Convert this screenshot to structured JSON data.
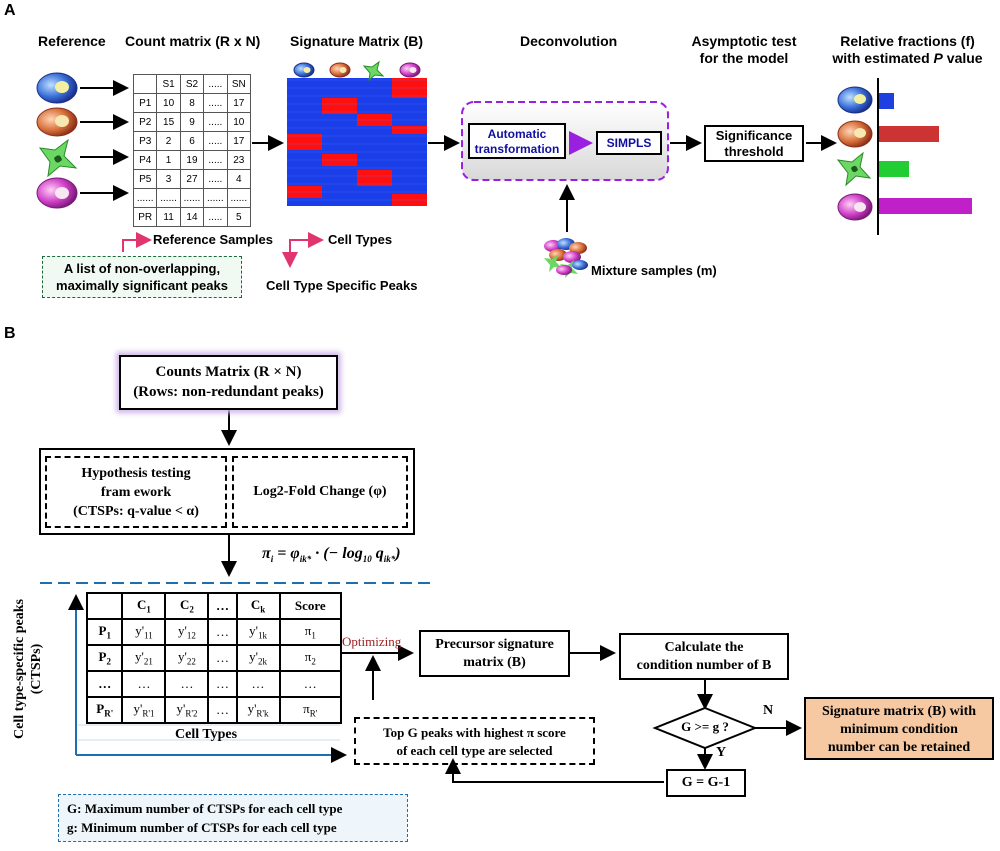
{
  "panelA": {
    "label": "A",
    "headers": {
      "reference": "Reference",
      "count_matrix": "Count matrix (R x N)",
      "signature_matrix": "Signature Matrix (B)",
      "deconvolution": "Deconvolution",
      "asymptotic_line1": "Asymptotic test",
      "asymptotic_line2": "for the model",
      "fractions_line1": "Relative fractions (f)",
      "fractions_line2_prefix": "with estimated",
      "fractions_line2_italic": "P",
      "fractions_line2_suffix": "value"
    },
    "count_table": {
      "header": [
        "",
        "S1",
        "S2",
        ".....",
        "SN"
      ],
      "rows": [
        [
          "P1",
          "10",
          "8",
          ".....",
          "17"
        ],
        [
          "P2",
          "15",
          "9",
          ".....",
          "10"
        ],
        [
          "P3",
          "2",
          "6",
          ".....",
          "17"
        ],
        [
          "P4",
          "1",
          "19",
          ".....",
          "23"
        ],
        [
          "P5",
          "3",
          "27",
          ".....",
          "4"
        ],
        [
          "......",
          "......",
          "......",
          "......",
          "......"
        ],
        [
          "PR",
          "11",
          "14",
          ".....",
          "5"
        ]
      ]
    },
    "reference_samples": "Reference Samples",
    "peaks_box_line1": "A list of non-overlapping,",
    "peaks_box_line2": "maximally significant peaks",
    "cell_types": "Cell Types",
    "cell_type_specific_peaks": "Cell Type Specific Peaks",
    "automatic_line1": "Automatic",
    "automatic_line2": "transformation",
    "simpls": "SIMPLS",
    "significance_line1": "Significance",
    "significance_line2": "threshold",
    "mixture_samples": "Mixture samples (m)",
    "fractions": [
      0.15,
      0.6,
      0.3,
      0.93
    ],
    "colors": {
      "blue_bar": "#1f3fe0",
      "red_bar": "#cc3333",
      "green_bar": "#22cc33",
      "magenta_bar": "#c020c8",
      "heat_blue": "#1a3ee8",
      "heat_red": "#ff1010",
      "accent_purple": "#9a20e0",
      "navy_text": "#1010a0",
      "orange_box": "#f7c9a2",
      "pink_arrow": "#e0356e",
      "dash_blue": "#1f6fb0"
    }
  },
  "panelB": {
    "label": "B",
    "counts_line1": "Counts Matrix (R × N)",
    "counts_line2": "(Rows: non-redundant peaks)",
    "hyp_line1": "Hypothesis testing",
    "hyp_line2": "fram ework",
    "hyp_line3": "(CTSPs: q-value < α)",
    "log2": "Log2-Fold Change (φ)",
    "formula": "πi = φik* · (− log10 qik*)",
    "yaxis_line1": "Cell type-specific peaks",
    "yaxis_line2": "(CTSPs)",
    "xaxis": "Cell Types",
    "optimizing": "Optimizing",
    "ctsp_table": {
      "header": [
        "",
        "C1",
        "C2",
        "…",
        "Ck",
        "Score"
      ],
      "rows": [
        [
          "P1",
          "y'11",
          "y'12",
          "…",
          "y'1k",
          "π1"
        ],
        [
          "P2",
          "y'21",
          "y'22",
          "…",
          "y'2k",
          "π2"
        ],
        [
          "…",
          "…",
          "…",
          "…",
          "…",
          "…"
        ],
        [
          "PR'",
          "y'R'1",
          "y'R'2",
          "…",
          "y'R'k",
          "πR'"
        ]
      ]
    },
    "precursor_line1": "Precursor signature",
    "precursor_line2": "matrix (B)",
    "calc_line1": "Calculate the",
    "calc_line2": "condition number of B",
    "diamond": "G >= g ?",
    "n_label": "N",
    "y_label": "Y",
    "result_line1": "Signature matrix (B) with",
    "result_line2": "minimum condition",
    "result_line3": "number can be retained",
    "topg_line1": "Top G peaks with highest π score",
    "topg_line2": "of each cell type are selected",
    "g_dec": "G = G-1",
    "legend_line1": "G: Maximum number of CTSPs for each cell type",
    "legend_line2": "g: Minimum number of CTSPs for each cell type"
  }
}
